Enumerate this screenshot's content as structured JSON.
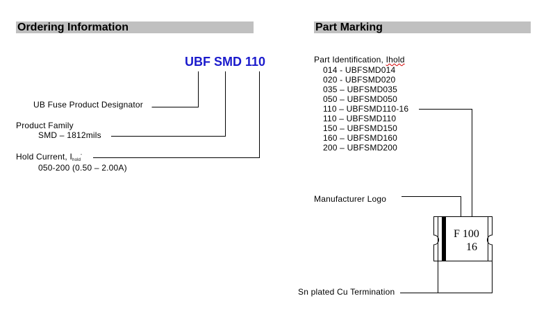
{
  "ordering": {
    "header": "Ordering Information",
    "part_number": "UBF SMD 110",
    "designator_label": "UB Fuse Product Designator",
    "family_label": "Product Family",
    "family_value": "SMD – 1812mils",
    "hold_label": "Hold Current, I",
    "hold_subscript": "hold",
    "hold_value": "050-200 (0.50 – 2.00A)",
    "colors": {
      "part_number": "#1a1acc",
      "header_bg": "#c0c0c0"
    }
  },
  "marking": {
    "header": "Part Marking",
    "part_id_prefix": "Part Identification, ",
    "part_id_word": "Ihold",
    "list": [
      "014 - UBFSMD014",
      "020 - UBFSMD020",
      "035 – UBFSMD035",
      "050 – UBFSMD050",
      "110 – UBFSMD110-16",
      "110 – UBFSMD110",
      "150 – UBFSMD150",
      "160 – UBFSMD160",
      "200 – UBFSMD200"
    ],
    "logo_label": "Manufacturer Logo",
    "termination_label": "Sn plated Cu Termination",
    "chip_line1": "F 100",
    "chip_line2": "16"
  }
}
